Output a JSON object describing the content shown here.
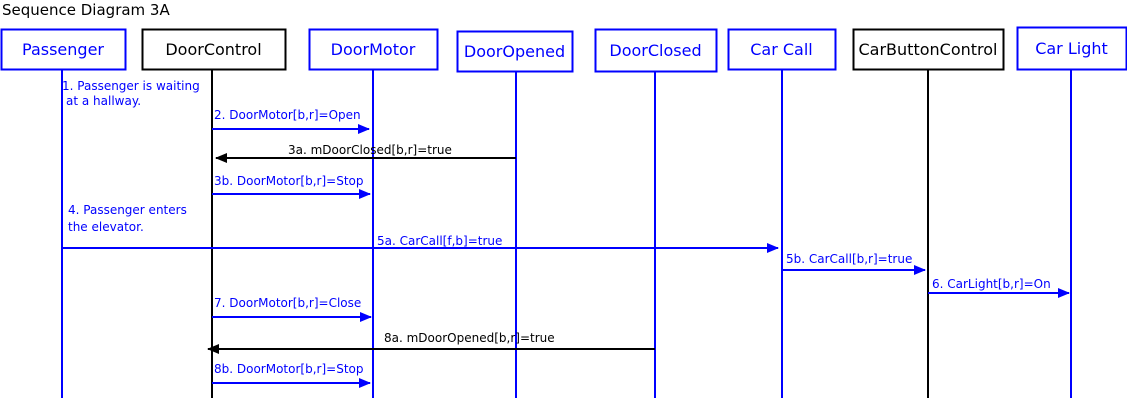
{
  "title": "Sequence Diagram 3A",
  "colors": {
    "blue": "#0000ff",
    "black": "#000000"
  },
  "participants": [
    {
      "id": "passenger",
      "label": "Passenger",
      "color": "#0000ff"
    },
    {
      "id": "doorcontrol",
      "label": "DoorControl",
      "color": "#000000"
    },
    {
      "id": "doormotor",
      "label": "DoorMotor",
      "color": "#0000ff"
    },
    {
      "id": "dooropened",
      "label": "DoorOpened",
      "color": "#0000ff"
    },
    {
      "id": "doorclosed",
      "label": "DoorClosed",
      "color": "#0000ff"
    },
    {
      "id": "carcall",
      "label": "Car Call",
      "color": "#0000ff"
    },
    {
      "id": "carbuttoncontrol",
      "label": "CarButtonControl",
      "color": "#000000"
    },
    {
      "id": "carlight",
      "label": "Car Light",
      "color": "#0000ff"
    }
  ],
  "notes": [
    {
      "id": "note-1",
      "lines": [
        "1. Passenger is waiting",
        "at a hallway."
      ],
      "color": "#0000ff"
    },
    {
      "id": "note-4",
      "lines": [
        "4. Passenger enters",
        "the elevator."
      ],
      "color": "#0000ff"
    }
  ],
  "messages": [
    {
      "id": "m2",
      "from": "doorcontrol",
      "to": "doormotor",
      "label": "2. DoorMotor[b,r]=Open",
      "color": "#0000ff"
    },
    {
      "id": "m3a",
      "from": "dooropened",
      "to": "doorcontrol",
      "label": "3a. mDoorClosed[b,r]=true",
      "color": "#000000"
    },
    {
      "id": "m3b",
      "from": "doorcontrol",
      "to": "doormotor",
      "label": "3b. DoorMotor[b,r]=Stop",
      "color": "#0000ff"
    },
    {
      "id": "m5a",
      "from": "passenger",
      "to": "carcall",
      "label": "5a. CarCall[f,b]=true",
      "color": "#0000ff"
    },
    {
      "id": "m5b",
      "from": "carcall",
      "to": "carbuttoncontrol",
      "label": "5b. CarCall[b,r]=true",
      "color": "#0000ff"
    },
    {
      "id": "m6",
      "from": "carbuttoncontrol",
      "to": "carlight",
      "label": "6. CarLight[b,r]=On",
      "color": "#0000ff"
    },
    {
      "id": "m7",
      "from": "doorcontrol",
      "to": "doormotor",
      "label": "7. DoorMotor[b,r]=Close",
      "color": "#0000ff"
    },
    {
      "id": "m8a",
      "from": "doorclosed",
      "to": "doorcontrol",
      "label": "8a. mDoorOpened[b,r]=true",
      "color": "#000000"
    },
    {
      "id": "m8b",
      "from": "doorcontrol",
      "to": "doormotor",
      "label": "8b. DoorMotor[b,r]=Stop",
      "color": "#0000ff"
    }
  ]
}
